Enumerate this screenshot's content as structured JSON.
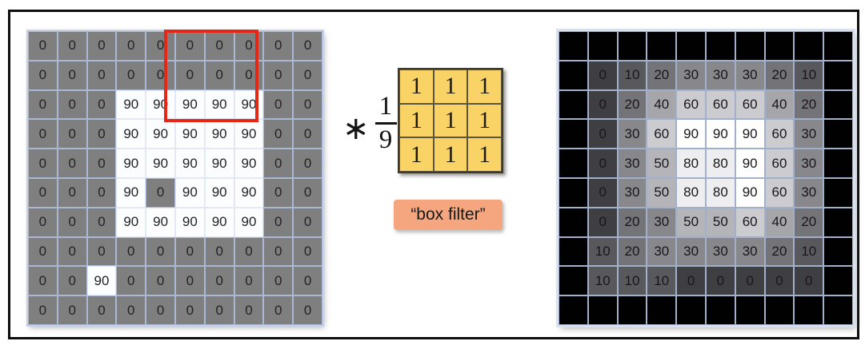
{
  "slide": {
    "title_hint": "box filter convolution example",
    "operator": {
      "symbol": "∗",
      "fraction_numerator": "1",
      "fraction_denominator": "9"
    },
    "filter_label": "“box filter”",
    "kernel": {
      "rows": [
        [
          "1",
          "1",
          "1"
        ],
        [
          "1",
          "1",
          "1"
        ],
        [
          "1",
          "1",
          "1"
        ]
      ],
      "cell_color": "#f9d365"
    },
    "input_grid": {
      "rows": [
        [
          0,
          0,
          0,
          0,
          0,
          0,
          0,
          0,
          0,
          0
        ],
        [
          0,
          0,
          0,
          0,
          0,
          0,
          0,
          0,
          0,
          0
        ],
        [
          0,
          0,
          0,
          90,
          90,
          90,
          90,
          90,
          0,
          0
        ],
        [
          0,
          0,
          0,
          90,
          90,
          90,
          90,
          90,
          0,
          0
        ],
        [
          0,
          0,
          0,
          90,
          90,
          90,
          90,
          90,
          0,
          0
        ],
        [
          0,
          0,
          0,
          90,
          0,
          90,
          90,
          90,
          0,
          0
        ],
        [
          0,
          0,
          0,
          90,
          90,
          90,
          90,
          90,
          0,
          0
        ],
        [
          0,
          0,
          0,
          0,
          0,
          0,
          0,
          0,
          0,
          0
        ],
        [
          0,
          0,
          90,
          0,
          0,
          0,
          0,
          0,
          0,
          0
        ],
        [
          0,
          0,
          0,
          0,
          0,
          0,
          0,
          0,
          0,
          0
        ]
      ],
      "highlight_window": {
        "rows": "0-2",
        "cols": "5-7"
      },
      "value_colors": {
        "0": "#7f7f7f",
        "90": "#fcfdff"
      }
    },
    "output_grid": {
      "rows": [
        [
          null,
          null,
          null,
          null,
          null,
          null,
          null,
          null,
          null,
          null
        ],
        [
          null,
          0,
          10,
          20,
          30,
          30,
          30,
          20,
          10,
          null
        ],
        [
          null,
          0,
          20,
          40,
          60,
          60,
          60,
          40,
          20,
          null
        ],
        [
          null,
          0,
          30,
          60,
          90,
          90,
          90,
          60,
          30,
          null
        ],
        [
          null,
          0,
          30,
          50,
          80,
          80,
          90,
          60,
          30,
          null
        ],
        [
          null,
          0,
          30,
          50,
          80,
          80,
          90,
          60,
          30,
          null
        ],
        [
          null,
          0,
          20,
          30,
          50,
          50,
          60,
          40,
          20,
          null
        ],
        [
          null,
          10,
          20,
          30,
          30,
          30,
          30,
          20,
          10,
          null
        ],
        [
          null,
          10,
          10,
          10,
          0,
          0,
          0,
          0,
          0,
          null
        ],
        [
          null,
          null,
          null,
          null,
          null,
          null,
          null,
          null,
          null,
          null
        ]
      ],
      "value_colors": {
        "0": "#3f3f43",
        "10": "#59595d",
        "20": "#737378",
        "30": "#87878c",
        "40": "#a6a6aa",
        "50": "#b5b5b9",
        "60": "#cbcbd0",
        "80": "#eeeef1",
        "90": "#fefeff"
      },
      "blank_color": "#010101"
    },
    "colors": {
      "highlight_red": "#e62716",
      "kernel_yellow": "#f9d365",
      "label_salmon": "#f5a67e",
      "frame_black": "#0e0e0e"
    }
  }
}
